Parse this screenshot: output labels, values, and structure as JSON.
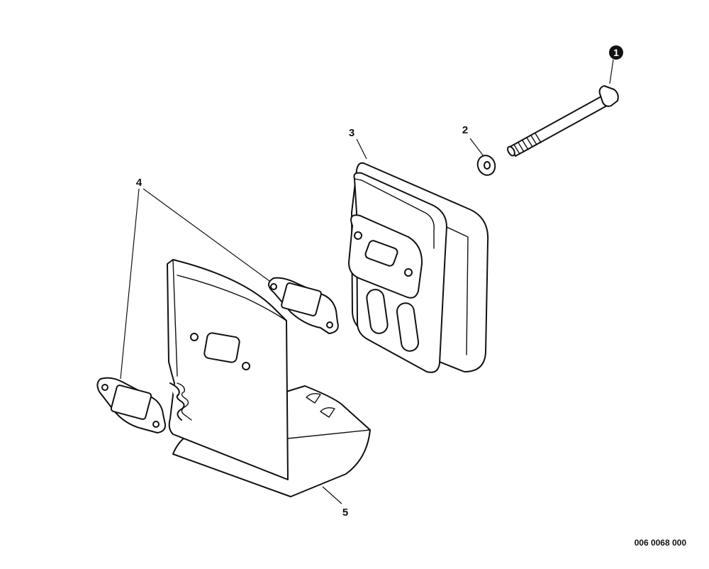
{
  "callouts": {
    "bolt": "1",
    "washer": "2",
    "muffler": "3",
    "gasket": "4",
    "heat_shield": "5"
  },
  "document_number": "006 0068 000",
  "colors": {
    "line": "#111111",
    "background": "#ffffff",
    "badge_fill": "#111111"
  }
}
